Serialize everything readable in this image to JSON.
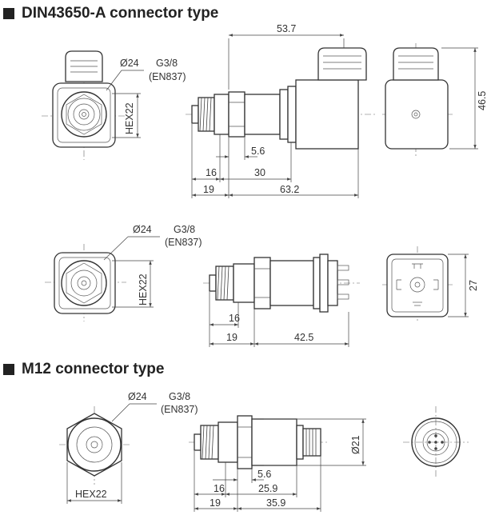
{
  "sections": [
    {
      "title": "DIN43650-A connector type"
    },
    {
      "title": "M12 connector type"
    }
  ],
  "din_a": {
    "front": {
      "diameter": "Ø24",
      "hex": "HEX22"
    },
    "thread": {
      "size": "G3/8",
      "standard": "(EN837)"
    },
    "dims": {
      "overall": "53.7",
      "height": "46.5",
      "flat": "5.6",
      "body": "30",
      "hex_len": "16",
      "thread_len": "19",
      "total": "63.2"
    }
  },
  "din_b": {
    "front": {
      "diameter": "Ø24",
      "hex": "HEX22"
    },
    "thread": {
      "size": "G3/8",
      "standard": "(EN837)"
    },
    "dims": {
      "hex_len": "16",
      "thread_len": "19",
      "total": "42.5",
      "height": "27"
    }
  },
  "m12": {
    "front": {
      "diameter": "Ø24",
      "hex": "HEX22"
    },
    "thread": {
      "size": "G3/8",
      "standard": "(EN837)"
    },
    "dims": {
      "diameter": "Ø21",
      "flat": "5.6",
      "hex_len": "16",
      "body": "25.9",
      "thread_len": "19",
      "total": "35.9"
    }
  }
}
